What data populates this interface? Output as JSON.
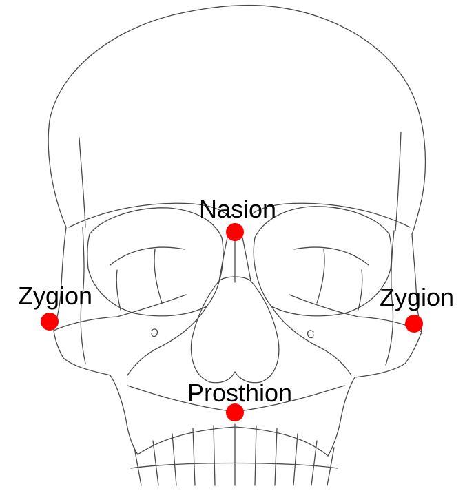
{
  "diagram": {
    "landmark_color": "#ff0000",
    "line_color": "#4a4a4a",
    "landmarks": [
      {
        "id": "nasion",
        "label": "Nasion"
      },
      {
        "id": "zygion-left",
        "label": "Zygion"
      },
      {
        "id": "zygion-right",
        "label": "Zygion"
      },
      {
        "id": "prosthion",
        "label": "Prosthion"
      }
    ]
  }
}
